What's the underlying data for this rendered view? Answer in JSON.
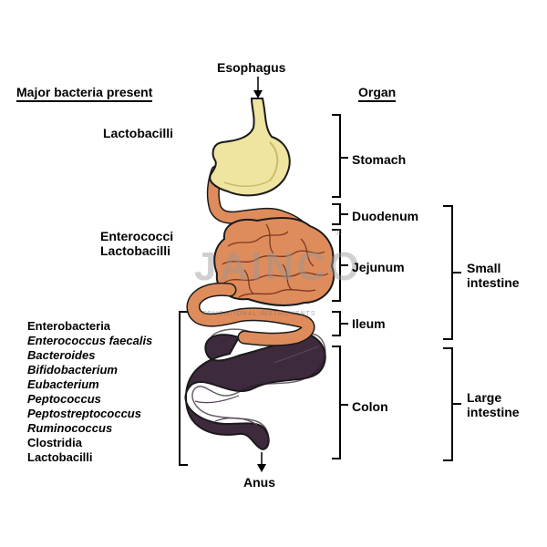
{
  "headers": {
    "bacteria": "Major bacteria present",
    "organ": "Organ"
  },
  "entry_exit": {
    "top": "Esophagus",
    "bottom": "Anus"
  },
  "bacteria_groups": {
    "stomach": [
      "Lactobacilli"
    ],
    "small_intestine": [
      "Enterococci",
      "Lactobacilli"
    ],
    "large_intestine": [
      {
        "name": "Enterobacteria",
        "italic": false
      },
      {
        "name": "Enterococcus faecalis",
        "italic": true
      },
      {
        "name": "Bacteroides",
        "italic": true
      },
      {
        "name": "Bifidobacterium",
        "italic": true
      },
      {
        "name": "Eubacterium",
        "italic": true
      },
      {
        "name": "Peptococcus",
        "italic": true
      },
      {
        "name": "Peptostreptococcus",
        "italic": true
      },
      {
        "name": "Ruminococcus",
        "italic": true
      },
      {
        "name": "Clostridia",
        "italic": false
      },
      {
        "name": "Lactobacilli",
        "italic": false
      }
    ]
  },
  "organs": [
    "Stomach",
    "Duodenum",
    "Jejunum",
    "Ileum",
    "Colon"
  ],
  "regions": {
    "small": [
      "Small",
      "intestine"
    ],
    "large": [
      "Large",
      "intestine"
    ]
  },
  "watermark": {
    "brand": "JAINCO",
    "tagline": "EDUCATIONAL INSTRUMENTS",
    "reg": "®"
  },
  "colors": {
    "stomach": "#efe4a0",
    "small_intestine": "#df8c5c",
    "colon": "#3e2a3d",
    "outline": "#1a1a1a"
  }
}
